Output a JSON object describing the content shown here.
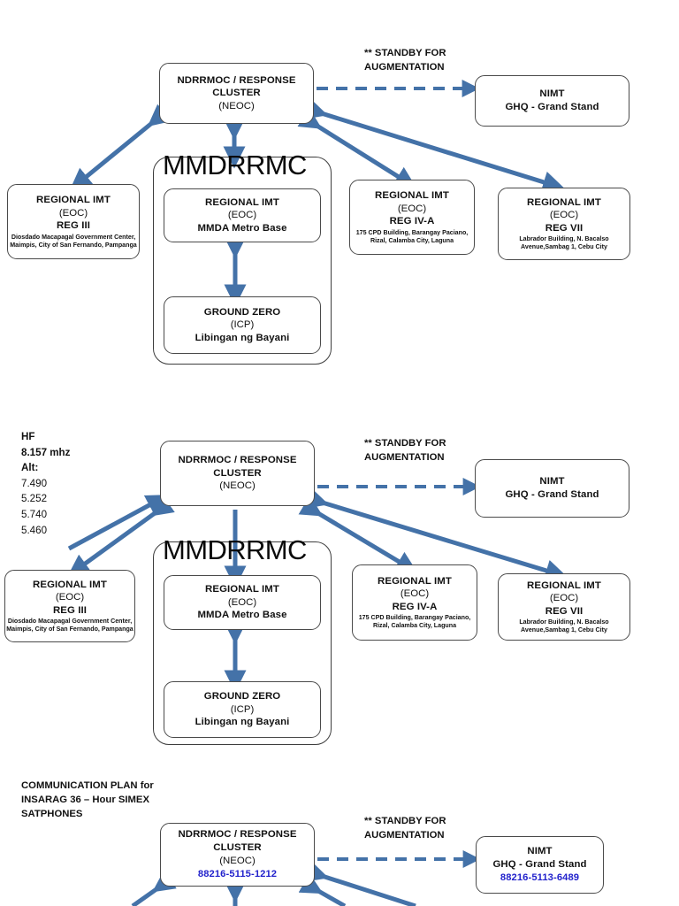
{
  "meta": {
    "arrow_color": "#4472a8",
    "phone_color": "#2222cc",
    "box_border_color": "#4a4a4a"
  },
  "labels": {
    "standby": "** STANDBY FOR\nAUGMENTATION",
    "mmdrrmc": "MMDRRMC"
  },
  "nodes": {
    "neoc": {
      "line1": "NDRRMOC / RESPONSE",
      "line2": "CLUSTER",
      "line3": "(NEOC)",
      "phone": "88216-5115-1212"
    },
    "nimt": {
      "line1": "NIMT",
      "line2": "GHQ - Grand Stand",
      "phone": "88216-5113-6489"
    },
    "reg3": {
      "line1": "REGIONAL IMT",
      "line2": "(EOC)",
      "line3": "REG III",
      "address": "Diosdado Macapagal Government Center, Maimpis, City of San Fernando, Pampanga"
    },
    "metro": {
      "line1": "REGIONAL IMT",
      "line2": "(EOC)",
      "line3": "MMDA Metro Base"
    },
    "ground_zero": {
      "line1": "GROUND ZERO",
      "line2": "(ICP)",
      "line3": "Libingan ng Bayani"
    },
    "reg4a": {
      "line1": "REGIONAL IMT",
      "line2": "(EOC)",
      "line3": "REG IV-A",
      "address": "175 CPD Building, Barangay Paciano, Rizal, Calamba City, Laguna"
    },
    "reg7": {
      "line1": "REGIONAL IMT",
      "line2": "(EOC)",
      "line3": "REG VII",
      "address": "Labrador Building, N. Bacalso Avenue,Sambag 1, Cebu City"
    }
  },
  "diagram2": {
    "hf": {
      "title": "HF",
      "primary": "8.157 mhz",
      "alt_label": "Alt:",
      "alt1": "7.490",
      "alt2": "5.252",
      "alt3": "5.740",
      "alt4": "5.460"
    }
  },
  "diagram3": {
    "heading": "COMMUNICATION PLAN for\nINSARAG 36 – Hour SIMEX\nSATPHONES"
  }
}
